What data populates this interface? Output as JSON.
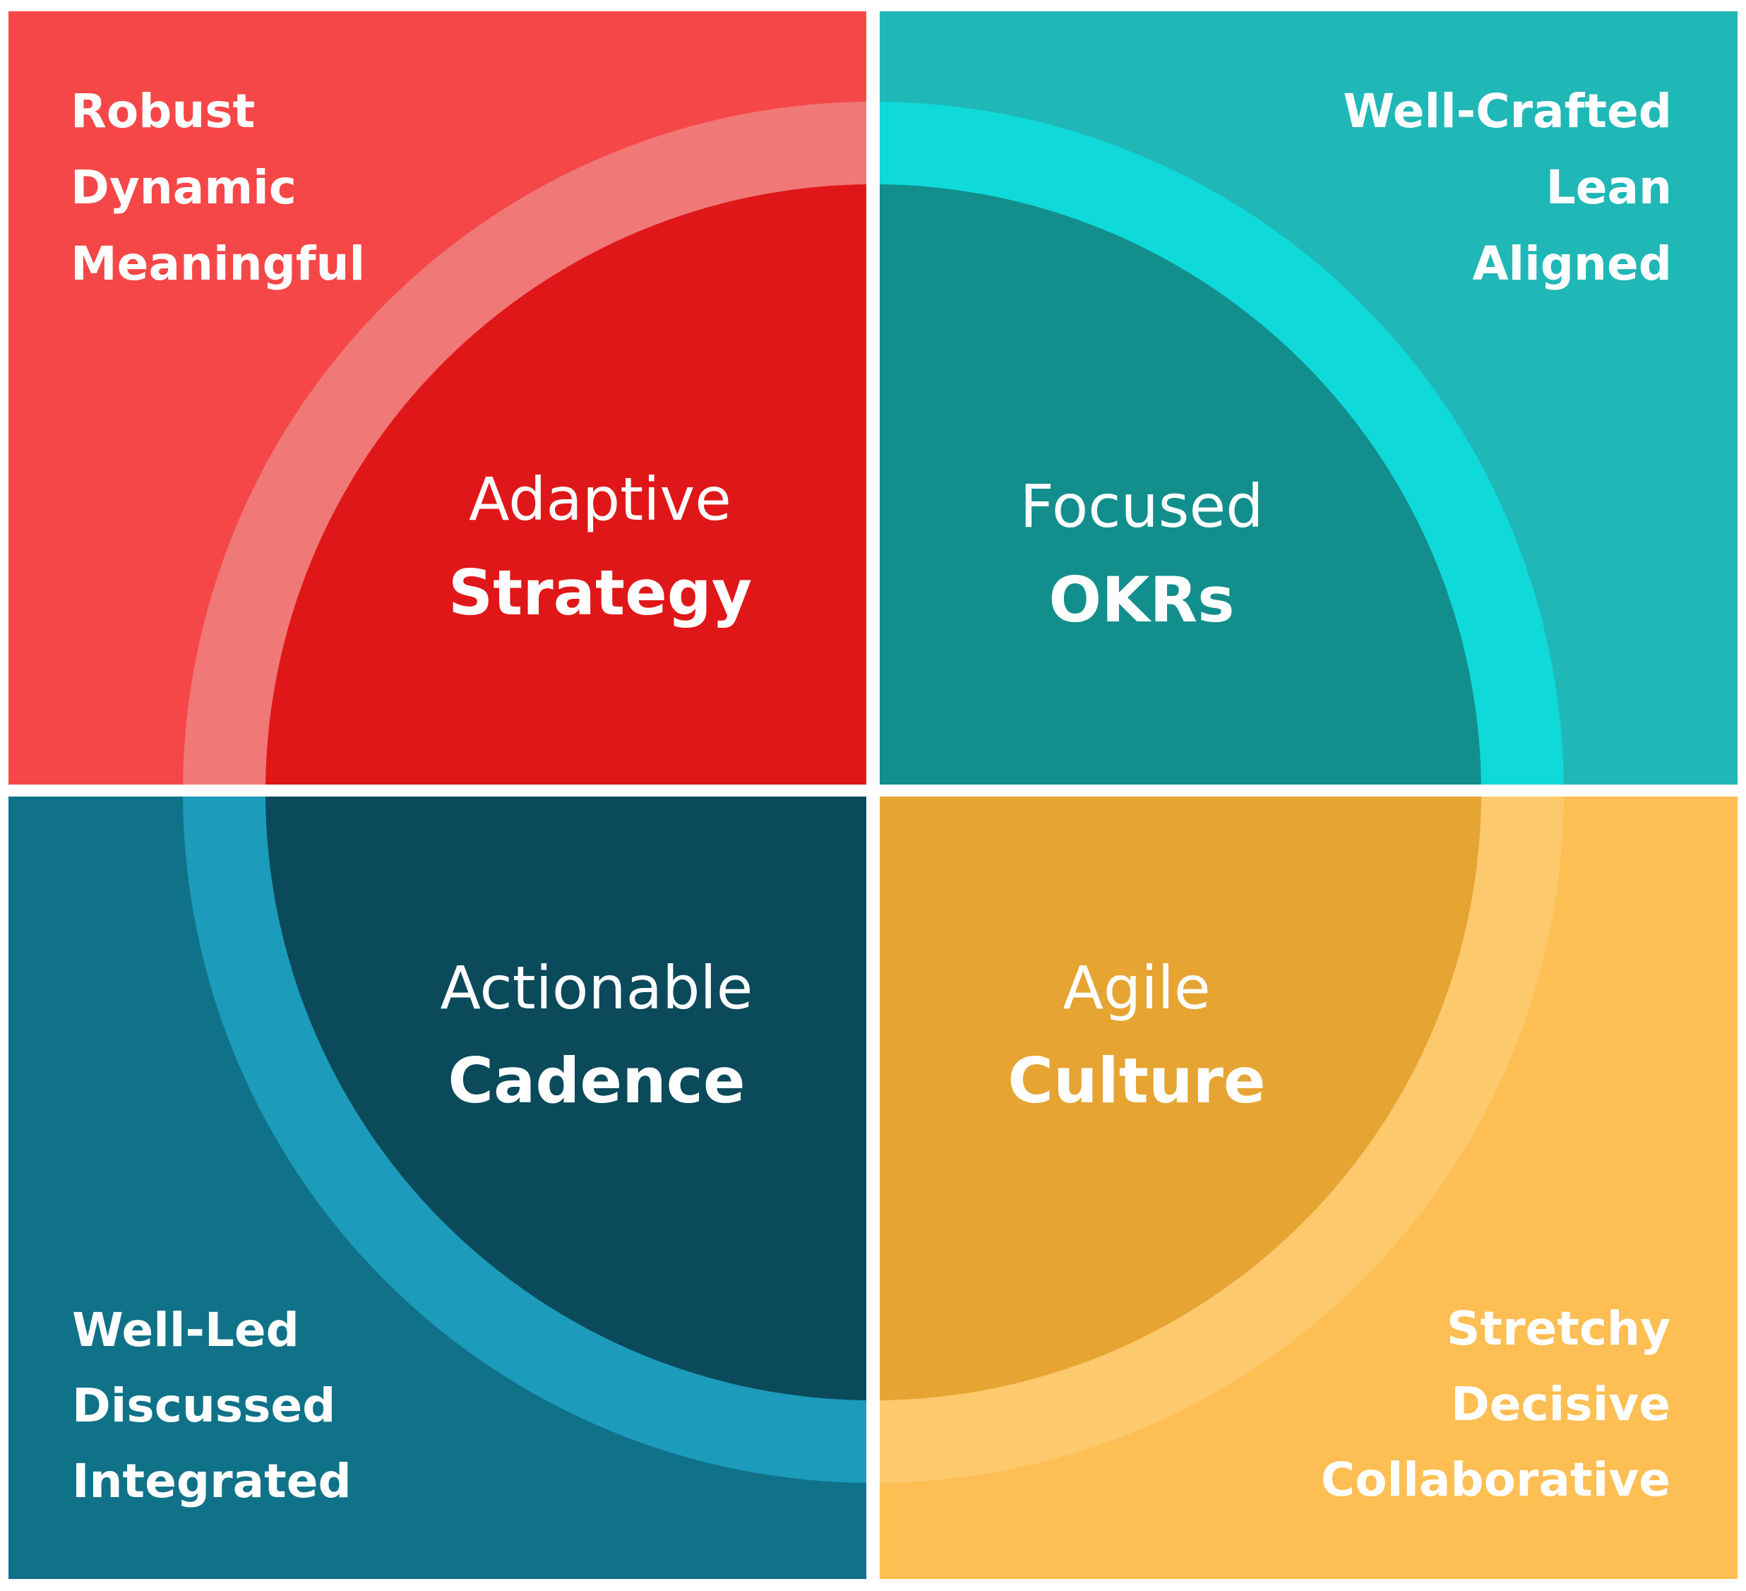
{
  "colors": {
    "background": "#ffffff",
    "tl_panel": "#f54748",
    "tl_ring": "#f07877",
    "tl_inner": "#e01718",
    "tr_panel": "#20b7b7",
    "tr_ring": "#10d9d9",
    "tr_inner": "#128f8c",
    "bl_panel": "#0f7289",
    "bl_ring": "#1c9bbb",
    "bl_inner": "#0a4a5b",
    "br_panel": "#fdbe53",
    "br_ring": "#fdc96d",
    "br_inner": "#e6a433",
    "text": "#ffffff"
  },
  "quadrants": {
    "top_left": {
      "words": [
        "Robust",
        "Dynamic",
        "Meaningful"
      ],
      "center_light": "Adaptive",
      "center_bold": "Strategy"
    },
    "top_right": {
      "words": [
        "Well-Crafted",
        "Lean",
        "Aligned"
      ],
      "center_light": "Focused",
      "center_bold": "OKRs"
    },
    "bottom_left": {
      "words": [
        "Well-Led",
        "Discussed",
        "Integrated"
      ],
      "center_light": "Actionable",
      "center_bold": "Cadence"
    },
    "bottom_right": {
      "words": [
        "Stretchy",
        "Decisive",
        "Collaborative"
      ],
      "center_light": "Agile",
      "center_bold": "Culture"
    }
  }
}
